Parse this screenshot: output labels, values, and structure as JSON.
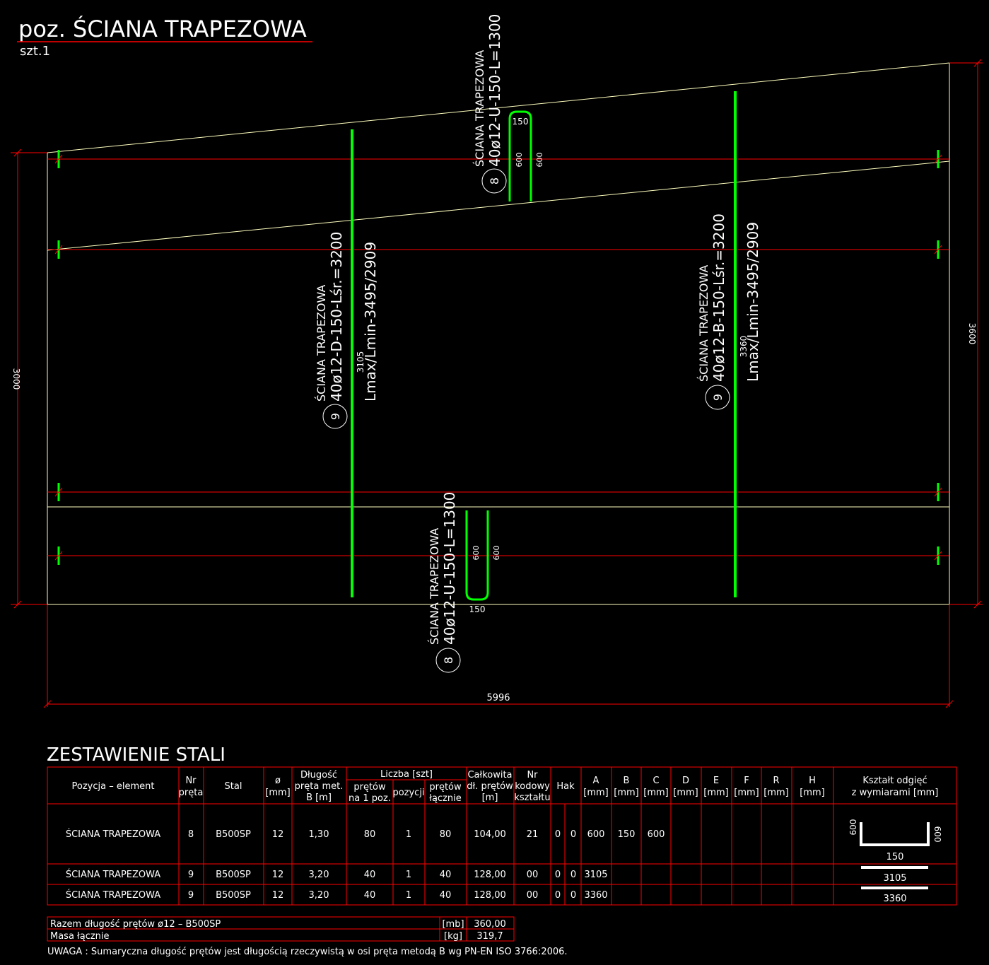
{
  "header": {
    "title": "poz. ŚCIANA TRAPEZOWA",
    "subtitle": "szt.1"
  },
  "colors": {
    "background": "#000000",
    "outline": "#ffffbf",
    "dimension": "#ff0000",
    "rebar": "#00ff00",
    "text": "#ffffff",
    "table": "#ff0000"
  },
  "dimensions": {
    "height_left": "3000",
    "height_right": "3600",
    "width_bottom": "5996"
  },
  "callouts": {
    "top_u": {
      "pos": "8",
      "element": "ŚCIANA TRAPEZOWA",
      "spec": "40ø12-U-150-L=1300",
      "dim_top": "150",
      "dim_leg1": "600",
      "dim_leg2": "600"
    },
    "bottom_u": {
      "pos": "8",
      "element": "ŚCIANA TRAPEZOWA",
      "spec": "40ø12-U-150-L=1300",
      "dim_bottom": "150",
      "dim_leg1": "600",
      "dim_leg2": "600"
    },
    "left_bar": {
      "pos": "9",
      "element": "ŚCIANA TRAPEZOWA",
      "spec": "40ø12-D-150-Lśr.=3200",
      "lengths": "Lmax/Lmin-3495/2909",
      "bar_len": "3105"
    },
    "right_bar": {
      "pos": "9",
      "element": "ŚCIANA TRAPEZOWA",
      "spec": "40ø12-B-150-Lśr.=3200",
      "lengths": "Lmax/Lmin-3495/2909",
      "bar_len": "3360"
    }
  },
  "schedule": {
    "title": "ZESTAWIENIE STALI",
    "headers": {
      "pozycja": "Pozycja – element",
      "nr_l1": "Nr",
      "nr_l2": "pręta",
      "stal": "Stal",
      "fi_l1": "ø",
      "fi_l2": "[mm]",
      "dl_l1": "Długość",
      "dl_l2": "pręta met.",
      "dl_l3": "B [m]",
      "liczba": "Liczba [szt]",
      "pretow_1_l1": "prętów",
      "pretow_1_l2": "na 1 poz.",
      "pozycji": "pozycji",
      "pretow_l_l1": "prętów",
      "pretow_l_l2": "łącznie",
      "calk_l1": "Całkowita",
      "calk_l2": "dł. prętów",
      "calk_l3": "[m]",
      "nrk_l1": "Nr",
      "nrk_l2": "kodowy",
      "nrk_l3": "kształtu",
      "hak": "Hak",
      "a": "A",
      "b": "B",
      "c": "C",
      "d": "D",
      "e": "E",
      "f": "F",
      "r": "R",
      "h": "H",
      "unit": "[mm]",
      "ksztalt_l1": "Kształt odgięć",
      "ksztalt_l2": "z wymiarami [mm]"
    },
    "rows": [
      {
        "element": "ŚCIANA TRAPEZOWA",
        "nr": "8",
        "stal": "B500SP",
        "fi": "12",
        "dl": "1,30",
        "na1": "80",
        "poz": "1",
        "lacznie": "80",
        "calk": "104,00",
        "kod": "21",
        "hak1": "0",
        "hak2": "0",
        "a": "600",
        "b": "150",
        "c": "600",
        "shape_l": "600",
        "shape_r": "600",
        "shape_b": "150"
      },
      {
        "element": "ŚCIANA TRAPEZOWA",
        "nr": "9",
        "stal": "B500SP",
        "fi": "12",
        "dl": "3,20",
        "na1": "40",
        "poz": "1",
        "lacznie": "40",
        "calk": "128,00",
        "kod": "00",
        "hak1": "0",
        "hak2": "0",
        "a": "3105",
        "shape_b": "3105"
      },
      {
        "element": "ŚCIANA TRAPEZOWA",
        "nr": "9",
        "stal": "B500SP",
        "fi": "12",
        "dl": "3,20",
        "na1": "40",
        "poz": "1",
        "lacznie": "40",
        "calk": "128,00",
        "kod": "00",
        "hak1": "0",
        "hak2": "0",
        "a": "3360",
        "shape_b": "3360"
      }
    ],
    "summary": [
      {
        "label": "Razem długość prętów ø12 – B500SP",
        "unit": "[mb]",
        "value": "360,00"
      },
      {
        "label": "Masa łącznie",
        "unit": "[kg]",
        "value": "319,7"
      }
    ],
    "note": "UWAGA : Sumaryczna długość prętów jest długością rzeczywistą w osi pręta metodą B wg PN-EN ISO 3766:2006."
  }
}
